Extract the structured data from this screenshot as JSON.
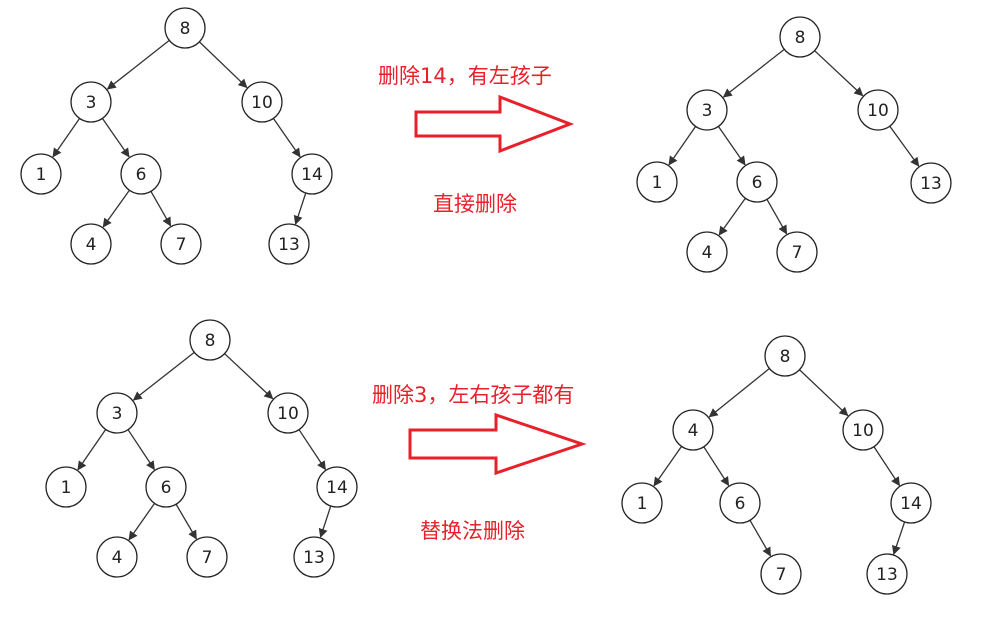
{
  "colors": {
    "annotation": "#e8202a",
    "node_stroke": "#222222",
    "edge": "#333333"
  },
  "panels": [
    {
      "before": {
        "nodes": [
          "8",
          "3",
          "10",
          "1",
          "6",
          "14",
          "4",
          "7",
          "13"
        ],
        "edges": [
          [
            0,
            1
          ],
          [
            0,
            2
          ],
          [
            1,
            3
          ],
          [
            1,
            4
          ],
          [
            2,
            5
          ],
          [
            4,
            6
          ],
          [
            4,
            7
          ],
          [
            5,
            8
          ]
        ]
      },
      "operation": "删除14，有左孩子",
      "method": "直接删除",
      "after": {
        "nodes": [
          "8",
          "3",
          "10",
          "1",
          "6",
          "13",
          "4",
          "7"
        ],
        "edges": [
          [
            0,
            1
          ],
          [
            0,
            2
          ],
          [
            1,
            3
          ],
          [
            1,
            4
          ],
          [
            2,
            5
          ],
          [
            4,
            6
          ],
          [
            4,
            7
          ]
        ]
      }
    },
    {
      "before": {
        "nodes": [
          "8",
          "3",
          "10",
          "1",
          "6",
          "14",
          "4",
          "7",
          "13"
        ],
        "edges": [
          [
            0,
            1
          ],
          [
            0,
            2
          ],
          [
            1,
            3
          ],
          [
            1,
            4
          ],
          [
            2,
            5
          ],
          [
            4,
            6
          ],
          [
            4,
            7
          ],
          [
            5,
            8
          ]
        ]
      },
      "operation": "删除3，左右孩子都有",
      "method": "替换法删除",
      "after": {
        "nodes": [
          "8",
          "4",
          "10",
          "1",
          "6",
          "14",
          "7",
          "13"
        ],
        "edges": [
          [
            0,
            1
          ],
          [
            0,
            2
          ],
          [
            1,
            3
          ],
          [
            1,
            4
          ],
          [
            2,
            5
          ],
          [
            4,
            6
          ],
          [
            5,
            7
          ]
        ]
      }
    }
  ]
}
